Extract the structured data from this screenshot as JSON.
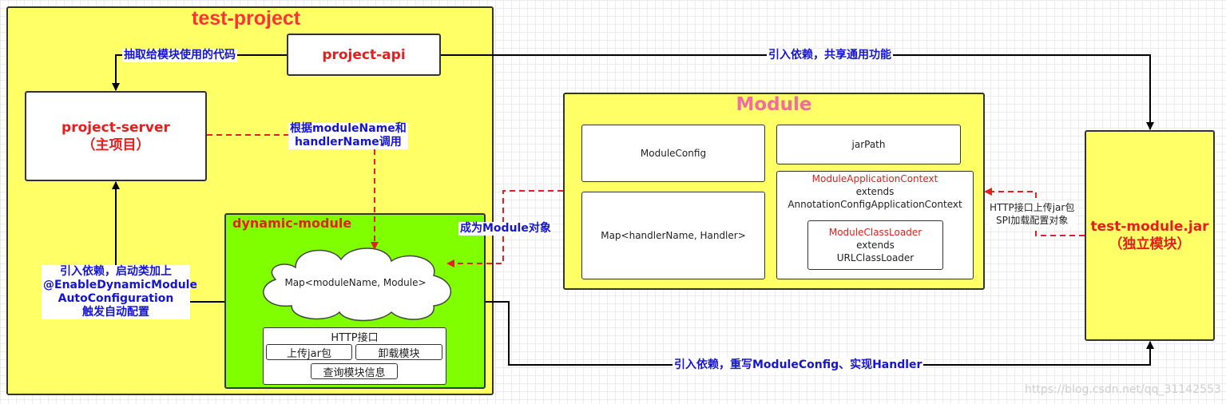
{
  "test_project": {
    "title": "test-project",
    "project_api": "project-api",
    "project_server": {
      "line1": "project-server",
      "line2": "（主项目）"
    },
    "dynamic_module": {
      "title": "dynamic-module",
      "cloud": "Map<moduleName, Module>",
      "http": {
        "title": "HTTP接口",
        "buttons": [
          "上传jar包",
          "卸载模块",
          "查询模块信息"
        ]
      }
    }
  },
  "module": {
    "title": "Module",
    "config": "ModuleConfig",
    "jar_path": "jarPath",
    "handler_map": "Map<handlerName, Handler>",
    "context": {
      "name": "ModuleApplicationContext",
      "extends": "extends",
      "parent": "AnnotationConfigApplicationContext"
    },
    "loader": {
      "name": "ModuleClassLoader",
      "extends": "extends",
      "parent": "URLClassLoader"
    }
  },
  "test_module_jar": {
    "line1": "test-module.jar",
    "line2": "（独立模块）"
  },
  "labels": {
    "extract_code": "抽取给模块使用的代码",
    "call_by_name": [
      "根据moduleName和",
      "handlerName调用"
    ],
    "become_module": "成为Module对象",
    "import_dep_shared": "引入依赖，共享通用功能",
    "import_auto": [
      "引入依赖，启动类加上",
      "@EnableDynamicModule",
      "AutoConfiguration",
      "触发自动配置"
    ],
    "import_override": "引入依赖，重写ModuleConfig、实现Handler",
    "http_upload": [
      "HTTP接口上传jar包",
      "SPI加载配置对象"
    ]
  },
  "watermark": "https://blog.csdn.net/qq_31142553",
  "colors": {
    "yellow": "#ffff66",
    "green": "#80ff00",
    "title_red": "#ff3333",
    "module_pink": "#f26ba3",
    "label_blue": "#1414d2",
    "dash_red": "#e61e1e"
  }
}
